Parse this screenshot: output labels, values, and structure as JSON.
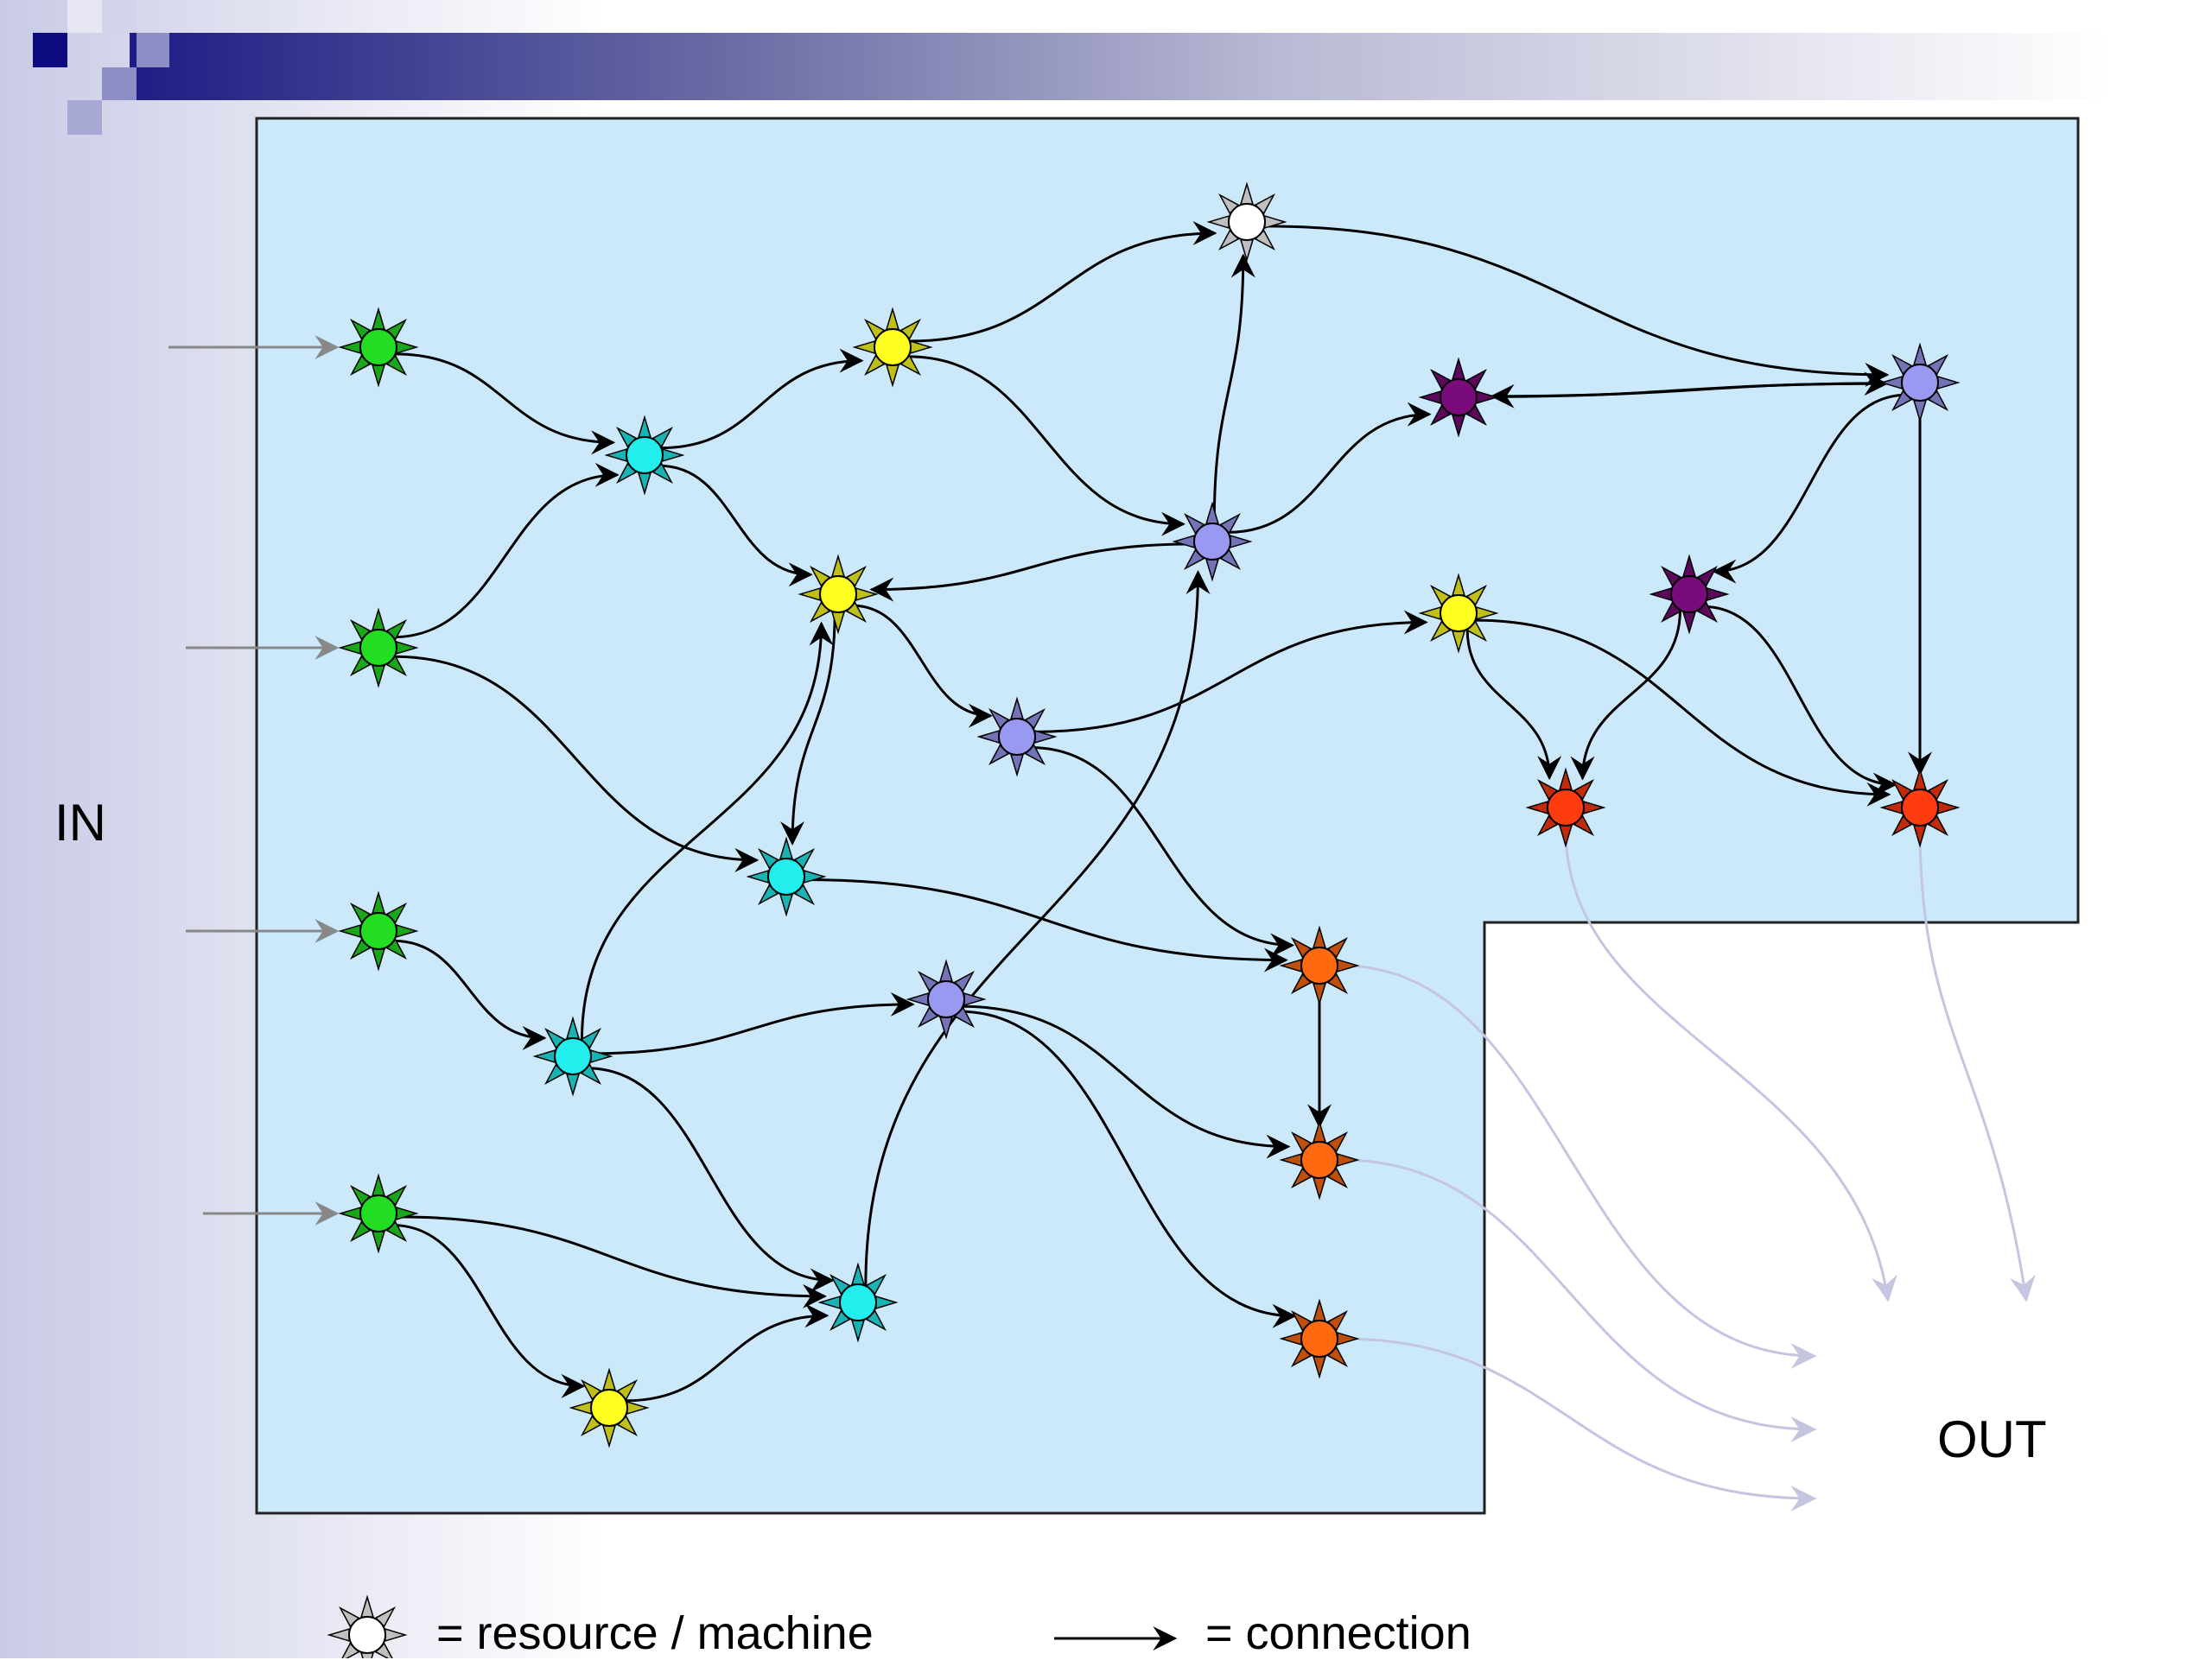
{
  "labels": {
    "in": "IN",
    "out": "OUT"
  },
  "legend": {
    "resource": "= resource / machine",
    "connection": "= connection"
  },
  "colors": {
    "green": "#22dd22",
    "cyan": "#22eeee",
    "yellow": "#ffff22",
    "lavender": "#9999f2",
    "purple": "#7a0b7a",
    "orange": "#ff6a10",
    "red": "#ff3b10",
    "white": "#ffffff",
    "factory_fill": "#cce9fc",
    "in_arrow": "#888888",
    "out_arrow": "#c5c5e2"
  },
  "nodes": [
    {
      "id": "g1",
      "color": "green"
    },
    {
      "id": "g2",
      "color": "green"
    },
    {
      "id": "g3",
      "color": "green"
    },
    {
      "id": "g4",
      "color": "green"
    },
    {
      "id": "c1",
      "color": "cyan"
    },
    {
      "id": "c2",
      "color": "cyan"
    },
    {
      "id": "c3",
      "color": "cyan"
    },
    {
      "id": "c4",
      "color": "cyan"
    },
    {
      "id": "y1",
      "color": "yellow"
    },
    {
      "id": "y2",
      "color": "yellow"
    },
    {
      "id": "y3",
      "color": "yellow"
    },
    {
      "id": "y4",
      "color": "yellow"
    },
    {
      "id": "w1",
      "color": "white"
    },
    {
      "id": "l1",
      "color": "lavender"
    },
    {
      "id": "l2",
      "color": "lavender"
    },
    {
      "id": "l3",
      "color": "lavender"
    },
    {
      "id": "l4",
      "color": "lavender"
    },
    {
      "id": "p1",
      "color": "purple"
    },
    {
      "id": "p2",
      "color": "purple"
    },
    {
      "id": "r1",
      "color": "red"
    },
    {
      "id": "r2",
      "color": "red"
    },
    {
      "id": "o1",
      "color": "orange"
    },
    {
      "id": "o2",
      "color": "orange"
    },
    {
      "id": "o3",
      "color": "orange"
    }
  ],
  "connections": [
    [
      "g1",
      "c1"
    ],
    [
      "g2",
      "c1"
    ],
    [
      "g2",
      "c3"
    ],
    [
      "g3",
      "c2"
    ],
    [
      "g4",
      "c4"
    ],
    [
      "g4",
      "y4"
    ],
    [
      "y4",
      "c4"
    ],
    [
      "c1",
      "y1"
    ],
    [
      "c1",
      "y2"
    ],
    [
      "y1",
      "w1"
    ],
    [
      "y1",
      "l1"
    ],
    [
      "l1",
      "w1"
    ],
    [
      "w1",
      "l2"
    ],
    [
      "l1",
      "p1"
    ],
    [
      "l2",
      "p1"
    ],
    [
      "p1",
      "l2"
    ],
    [
      "l2",
      "p2"
    ],
    [
      "l2",
      "r2"
    ],
    [
      "y2",
      "l3"
    ],
    [
      "y2",
      "c3"
    ],
    [
      "c2",
      "y2"
    ],
    [
      "c3",
      "o1"
    ],
    [
      "l1",
      "y2"
    ],
    [
      "l3",
      "y3"
    ],
    [
      "l3",
      "o1"
    ],
    [
      "y3",
      "r1"
    ],
    [
      "y3",
      "r2"
    ],
    [
      "p2",
      "r1"
    ],
    [
      "p2",
      "r2"
    ],
    [
      "c2",
      "l4"
    ],
    [
      "c2",
      "c4"
    ],
    [
      "c4",
      "l1"
    ],
    [
      "l4",
      "o2"
    ],
    [
      "l4",
      "o3"
    ],
    [
      "o1",
      "o2"
    ]
  ],
  "outputs": [
    "r1",
    "r2",
    "o1",
    "o2",
    "o3"
  ]
}
